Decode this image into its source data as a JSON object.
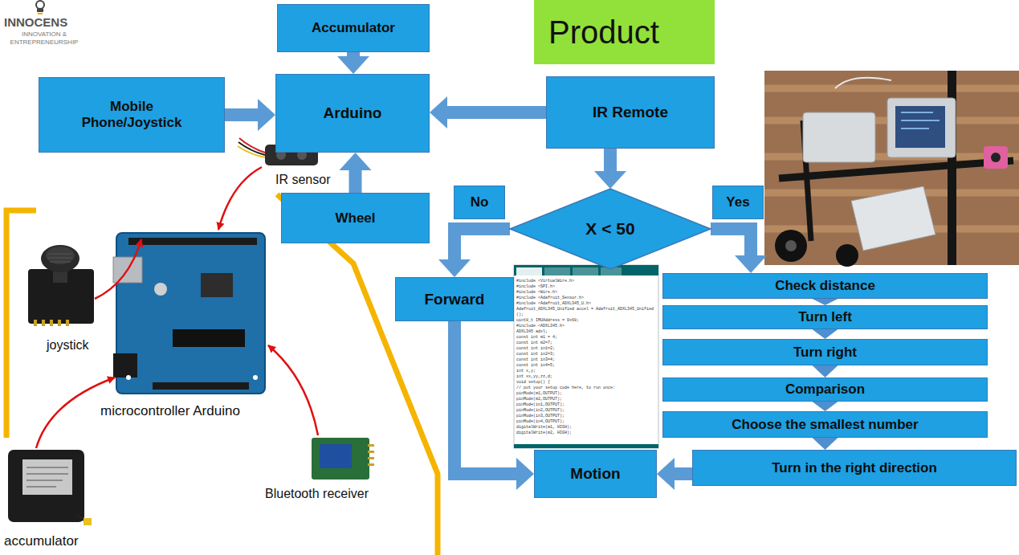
{
  "diagram": {
    "title": "Product",
    "nodes": [
      {
        "text": [
          "Accumulator"
        ]
      },
      {
        "text": [
          "Mobile Phone/Joystick"
        ]
      },
      {
        "text": [
          "Arduino"
        ]
      },
      {
        "text": [
          "IR Remote"
        ]
      },
      {
        "text": [
          "Wheel"
        ]
      },
      {
        "text": [
          "X < 50"
        ]
      },
      {
        "text": [
          "Forward"
        ]
      },
      {
        "text": [
          "Check distance"
        ]
      },
      {
        "text": [
          "Turn left"
        ]
      },
      {
        "text": [
          "Turn right"
        ]
      },
      {
        "text": [
          "Comparison"
        ]
      },
      {
        "text": [
          "Choose the smallest number"
        ]
      },
      {
        "text": [
          "Turn in the right direction"
        ]
      },
      {
        "text": [
          "Motion"
        ]
      }
    ],
    "edges": [
      {
        "from": 0,
        "to": 2,
        "arrow": "to"
      },
      {
        "from": 1,
        "to": 2,
        "arrow": "to"
      },
      {
        "from": 3,
        "to": 2,
        "arrow": "to"
      },
      {
        "from": 4,
        "to": 2,
        "arrow": "to"
      },
      {
        "from": 3,
        "to": 5,
        "arrow": "to"
      },
      {
        "from": 5,
        "to": 6,
        "label": "No",
        "arrow": "to"
      },
      {
        "from": 5,
        "to": 7,
        "label": "Yes",
        "arrow": "to"
      },
      {
        "from": 6,
        "to": 13,
        "arrow": "to"
      },
      {
        "from": 7,
        "to": 8,
        "arrow": "to"
      },
      {
        "from": 8,
        "to": 9,
        "arrow": "to"
      },
      {
        "from": 9,
        "to": 10,
        "arrow": "to"
      },
      {
        "from": 10,
        "to": 11,
        "arrow": "to"
      },
      {
        "from": 11,
        "to": 12,
        "arrow": "to"
      },
      {
        "from": 12,
        "to": 13,
        "arrow": "to"
      }
    ],
    "labels": [
      "INNOCENS",
      "INNOVATION & ENTREPRENEURSHIP",
      "joystick",
      "IR sensor",
      "microcontroller Arduino",
      "accumulator",
      "Bluetooth receiver",
      "#include <VirtualWire.h>",
      "#include <SPI.h>",
      "#include <Wire.h>",
      "#include <Adafruit_Sensor.h>",
      "#include <Adafruit_ADXL345_U.h>",
      "Adafruit_ADXL345_Unified accel = Adafruit_ADXL345_Unified();",
      "uint8_t IMUAddress = 0x68;",
      "#include <ADXL345.h>",
      "ADXL345 adxl;",
      "const int m1 = 4;",
      "const int m2=7;",
      "const int in1=2;",
      "const int in2=3;",
      "const int in3=4;",
      "const int in4=5;",
      "int x,y;",
      "int xx,yy,zz,d;",
      "void setup() {",
      "// put your setup code here, to run once:",
      "pinMode(m1,OUTPUT);",
      "pinMode(m2,OUTPUT);",
      "pinMode(in1,OUTPUT);",
      "pinMode(in2,OUTPUT);",
      "pinMode(in3,OUTPUT);",
      "pinMode(in4,OUTPUT);",
      "digitalWrite(m1, HIGH);",
      "digitalWrite(m2, HIGH);"
    ]
  }
}
